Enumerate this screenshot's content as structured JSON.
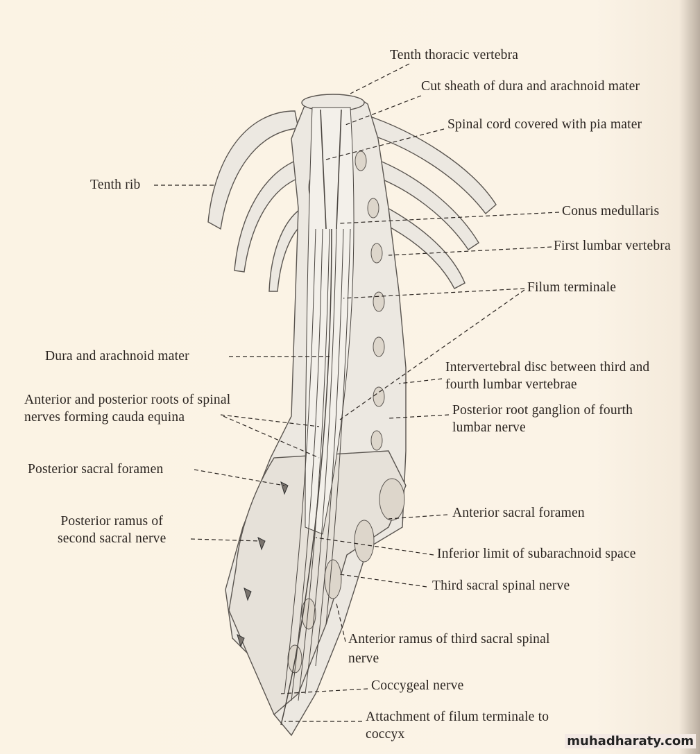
{
  "figure": {
    "labels": {
      "tenth_thoracic_vertebra": "Tenth thoracic vertebra",
      "cut_sheath": "Cut sheath of dura and arachnoid mater",
      "spinal_cord": "Spinal cord covered with pia mater",
      "tenth_rib": "Tenth rib",
      "conus_medullaris": "Conus medullaris",
      "first_lumbar_vertebra": "First lumbar vertebra",
      "filum_terminale": "Filum terminale",
      "dura_arachnoid": "Dura and arachnoid mater",
      "intervertebral_disc_1": "Intervertebral disc between third and",
      "intervertebral_disc_2": "fourth lumbar vertebrae",
      "cauda_equina_1": "Anterior and posterior roots of spinal",
      "cauda_equina_2": "nerves forming cauda equina",
      "root_ganglion_1": "Posterior root ganglion of fourth",
      "root_ganglion_2": "lumbar nerve",
      "posterior_sacral_foramen": "Posterior sacral foramen",
      "posterior_ramus_1": "Posterior ramus of",
      "posterior_ramus_2": "second sacral nerve",
      "anterior_sacral_foramen": "Anterior sacral foramen",
      "inferior_limit": "Inferior limit of subarachnoid space",
      "third_sacral_nerve": "Third sacral spinal nerve",
      "anterior_ramus_1": "Anterior ramus of third sacral spinal",
      "anterior_ramus_2": "nerve",
      "coccygeal_nerve": "Coccygeal nerve",
      "attachment_1": "Attachment of filum terminale to",
      "attachment_2": "coccyx"
    }
  },
  "watermark": "muhadharaty.com",
  "colors": {
    "paper": "#fbf3e6",
    "ink": "#2a2420",
    "bone": "#ebe6de"
  }
}
